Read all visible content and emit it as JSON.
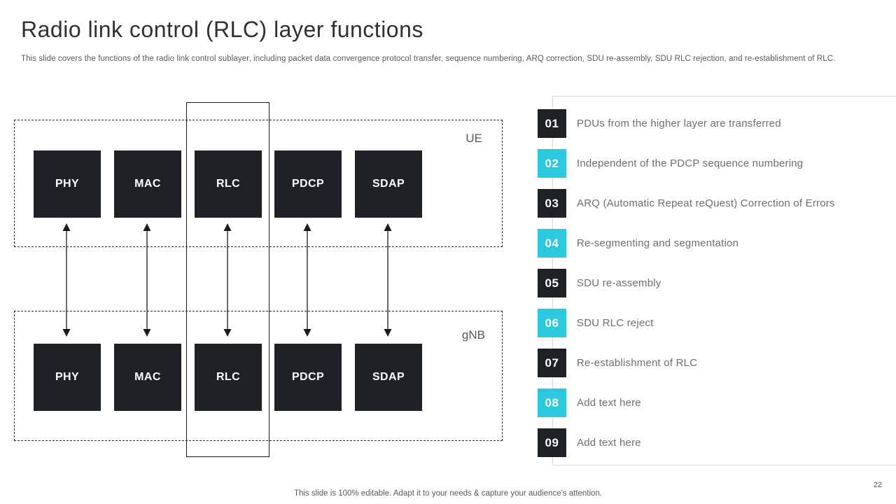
{
  "slide": {
    "title": "Radio link control (RLC) layer functions",
    "subtitle": "This slide covers the functions of the radio link control sublayer, including packet data convergence protocol transfer, sequence numbering, ARQ correction, SDU re-assembly, SDU RLC rejection, and re-establishment of RLC.",
    "footer_note": "This slide is 100% editable. Adapt it to your needs & capture your audience's attention.",
    "page_number": "22"
  },
  "diagram": {
    "highlighted_layer": "RLC",
    "groups": [
      {
        "label": "UE",
        "layers": [
          "PHY",
          "MAC",
          "RLC",
          "PDCP",
          "SDAP"
        ]
      },
      {
        "label": "gNB",
        "layers": [
          "PHY",
          "MAC",
          "RLC",
          "PDCP",
          "SDAP"
        ]
      }
    ]
  },
  "functions": [
    {
      "number": "01",
      "variant": "dark",
      "text": "PDUs from the higher layer are transferred"
    },
    {
      "number": "02",
      "variant": "cyan",
      "text": "Independent of the PDCP sequence numbering"
    },
    {
      "number": "03",
      "variant": "dark",
      "text": "ARQ (Automatic Repeat reQuest) Correction of Errors"
    },
    {
      "number": "04",
      "variant": "cyan",
      "text": "Re-segmenting and segmentation"
    },
    {
      "number": "05",
      "variant": "dark",
      "text": "SDU re-assembly"
    },
    {
      "number": "06",
      "variant": "cyan",
      "text": "SDU RLC reject"
    },
    {
      "number": "07",
      "variant": "dark",
      "text": "Re-establishment of RLC"
    },
    {
      "number": "08",
      "variant": "cyan",
      "text": "Add text here"
    },
    {
      "number": "09",
      "variant": "dark",
      "text": "Add text here"
    }
  ],
  "colors": {
    "accent_cyan": "#2cc9de",
    "dark_box": "#1e2126",
    "connector_gray": "#d9d9d9"
  }
}
